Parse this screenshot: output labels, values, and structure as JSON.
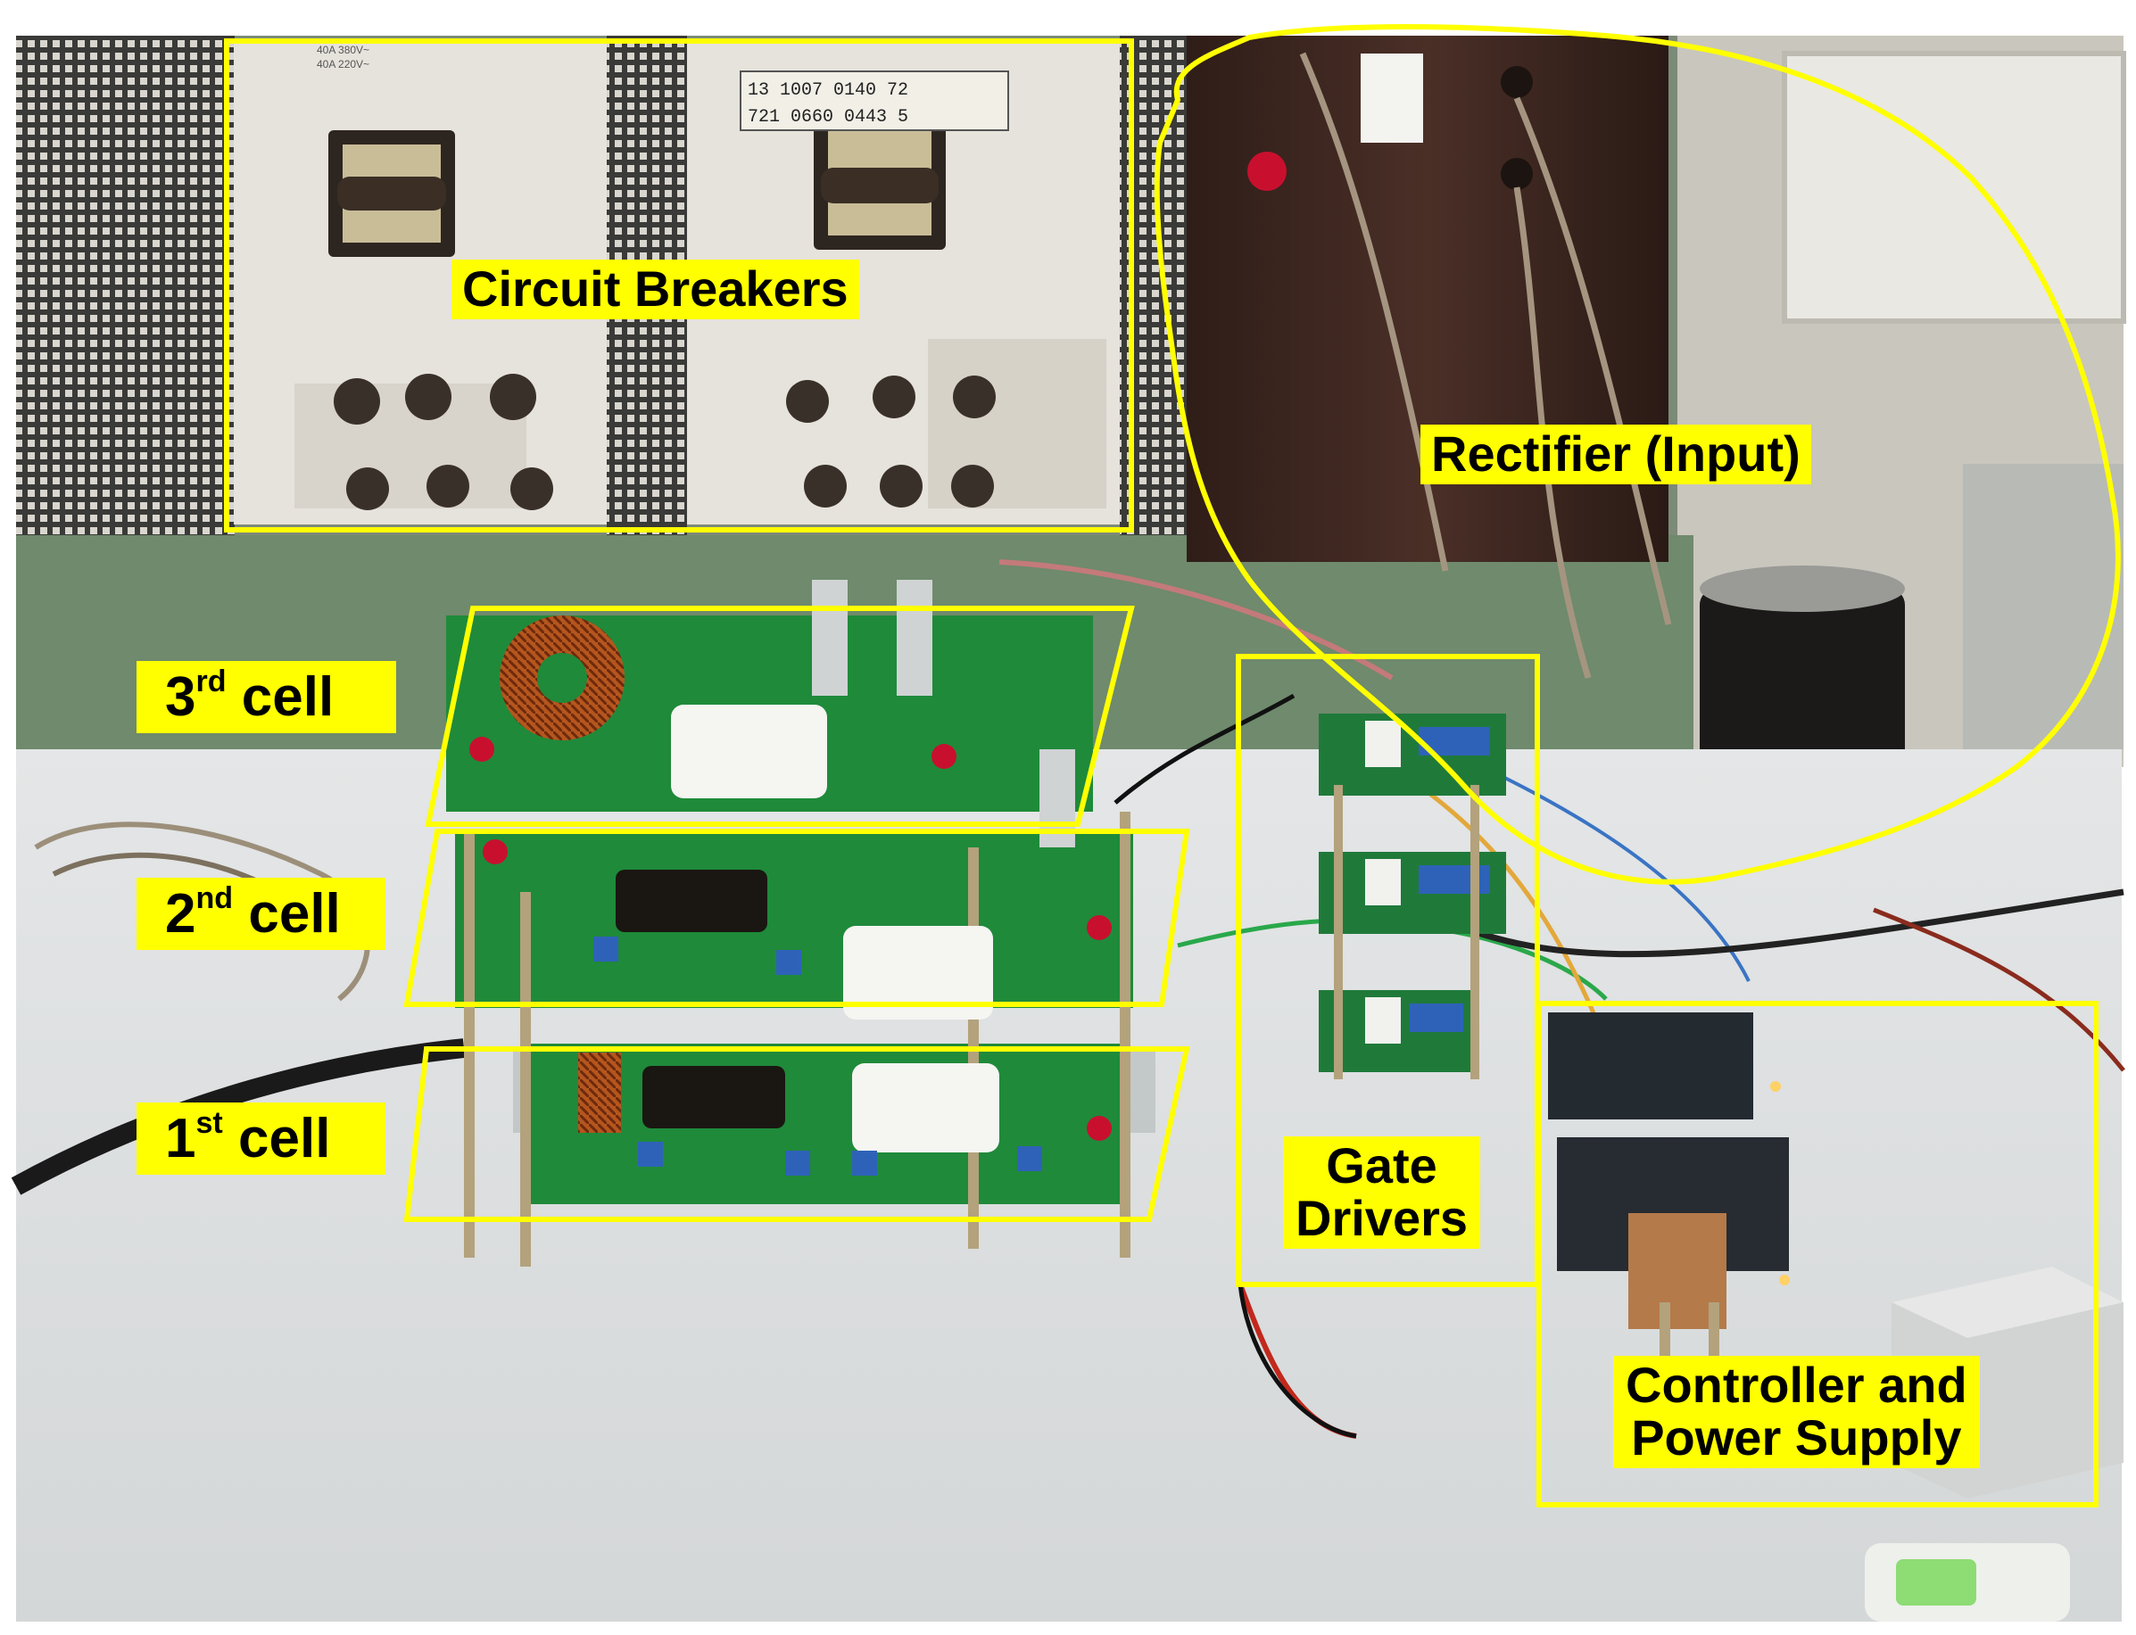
{
  "photo": {
    "description_icon": "lab-setup-photo",
    "colors": {
      "annotation": "#ffff00",
      "annotation_text": "#000000",
      "wall_panel": "#e6e3dc",
      "grid_mesh": "#3a3a38",
      "frame_green": "#6f8a6c",
      "pcb_green": "#1f8a3a",
      "bench": "#dfe1e2",
      "transformer": "#3b2620"
    }
  },
  "labels": {
    "circuit_breakers": "Circuit Breakers",
    "rectifier": "Rectifier (Input)",
    "cell3": {
      "num": "3",
      "sup": "rd",
      "word": " cell"
    },
    "cell2": {
      "num": "2",
      "sup": "nd",
      "word": " cell"
    },
    "cell1": {
      "num": "1",
      "sup": "st",
      "word": " cell"
    },
    "gate_drivers": [
      "Gate",
      "Drivers"
    ],
    "controller": [
      "Controller and",
      "Power Supply"
    ]
  },
  "panel_text": {
    "line1": "13  1007  0140  72",
    "line2": "721  0660  0443  5",
    "small1": "40A 380V~",
    "small2": "40A 220V~"
  }
}
